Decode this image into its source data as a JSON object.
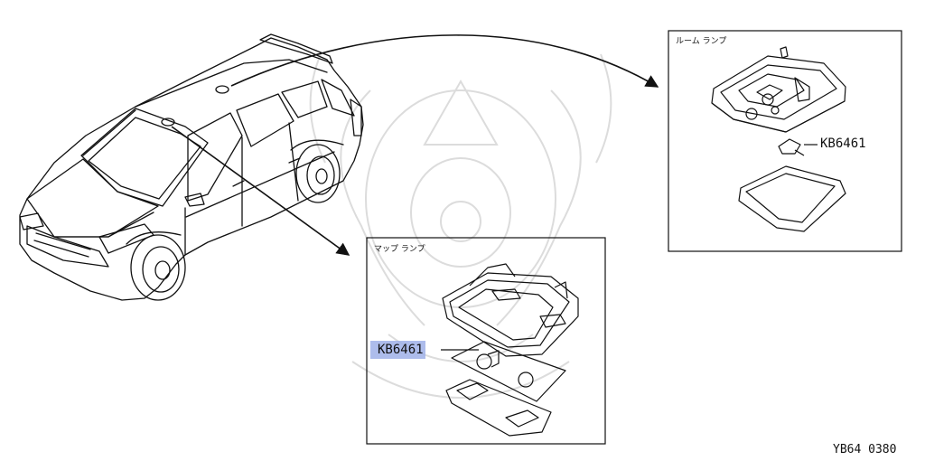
{
  "diagram": {
    "room_lamp_panel": {
      "title": "ルーム ランプ",
      "part_number": "KB6461"
    },
    "map_lamp_panel": {
      "title": "マップ ランプ",
      "part_number": "KB6461",
      "part_number_highlighted": true
    },
    "footer_code": "YB64  0380",
    "colors": {
      "line": "#111111",
      "highlight": "#9fb0e8",
      "watermark": "#d9d9d9"
    }
  }
}
